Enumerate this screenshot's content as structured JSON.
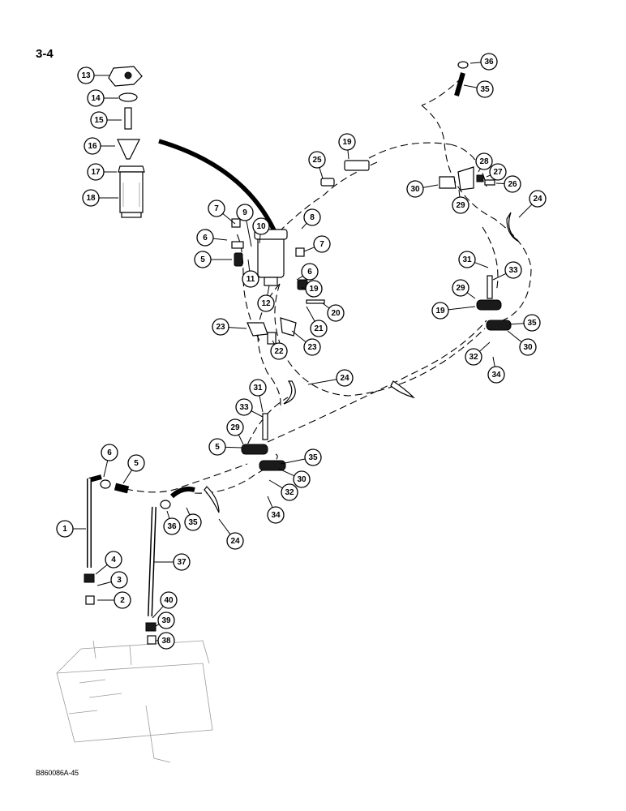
{
  "page_number": "3-4",
  "figure_code": "B860086A-45",
  "callouts": [
    {
      "label": "13"
    },
    {
      "label": "14"
    },
    {
      "label": "15"
    },
    {
      "label": "16"
    },
    {
      "label": "17"
    },
    {
      "label": "18"
    },
    {
      "label": "36"
    },
    {
      "label": "35"
    },
    {
      "label": "19"
    },
    {
      "label": "25"
    },
    {
      "label": "28"
    },
    {
      "label": "27"
    },
    {
      "label": "26"
    },
    {
      "label": "30"
    },
    {
      "label": "29"
    },
    {
      "label": "24"
    },
    {
      "label": "9"
    },
    {
      "label": "10"
    },
    {
      "label": "8"
    },
    {
      "label": "7"
    },
    {
      "label": "6"
    },
    {
      "label": "7"
    },
    {
      "label": "5"
    },
    {
      "label": "11"
    },
    {
      "label": "6"
    },
    {
      "label": "19"
    },
    {
      "label": "12"
    },
    {
      "label": "20"
    },
    {
      "label": "21"
    },
    {
      "label": "23"
    },
    {
      "label": "22"
    },
    {
      "label": "23"
    },
    {
      "label": "31"
    },
    {
      "label": "33"
    },
    {
      "label": "29"
    },
    {
      "label": "19"
    },
    {
      "label": "35"
    },
    {
      "label": "32"
    },
    {
      "label": "30"
    },
    {
      "label": "34"
    },
    {
      "label": "24"
    },
    {
      "label": "31"
    },
    {
      "label": "33"
    },
    {
      "label": "29"
    },
    {
      "label": "5"
    },
    {
      "label": "35"
    },
    {
      "label": "30"
    },
    {
      "label": "32"
    },
    {
      "label": "34"
    },
    {
      "label": "6"
    },
    {
      "label": "5"
    },
    {
      "label": "36"
    },
    {
      "label": "35"
    },
    {
      "label": "24"
    },
    {
      "label": "1"
    },
    {
      "label": "4"
    },
    {
      "label": "3"
    },
    {
      "label": "2"
    },
    {
      "label": "37"
    },
    {
      "label": "40"
    },
    {
      "label": "39"
    },
    {
      "label": "38"
    }
  ]
}
